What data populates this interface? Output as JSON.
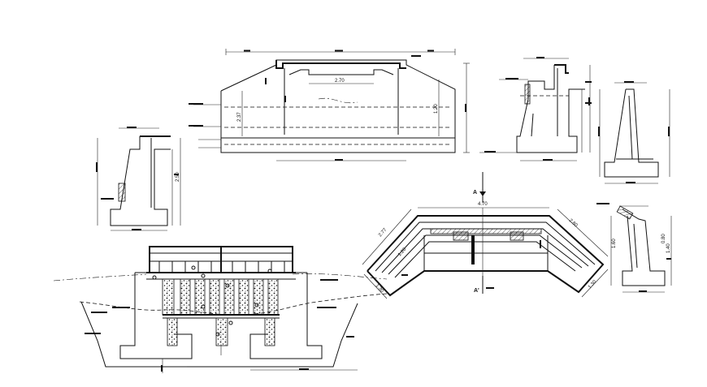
{
  "drawing": {
    "section_marks": [
      {
        "id": "a-top",
        "label": "A"
      },
      {
        "id": "a-bottom",
        "label": "A'"
      }
    ],
    "dimension_labels": [
      {
        "id": "cross-center",
        "text": "2.70"
      },
      {
        "id": "cross-height",
        "text": "2.37"
      },
      {
        "id": "cross-right-height",
        "text": "1.20"
      },
      {
        "id": "plan-top",
        "text": "4.70"
      },
      {
        "id": "plan-left-slope",
        "text": "2.77"
      },
      {
        "id": "plan-right-slope",
        "text": "2.80"
      },
      {
        "id": "plan-inner",
        "text": "1.20"
      },
      {
        "id": "plan-left-end",
        "text": "1.30"
      },
      {
        "id": "plan-right-end",
        "text": "1.30"
      },
      {
        "id": "wing-right-height",
        "text": "1.60"
      },
      {
        "id": "wing-right-top",
        "text": "0.80"
      },
      {
        "id": "abut-left-height",
        "text": "2.50"
      },
      {
        "id": "abut-right-height",
        "text": "1.40"
      }
    ]
  }
}
